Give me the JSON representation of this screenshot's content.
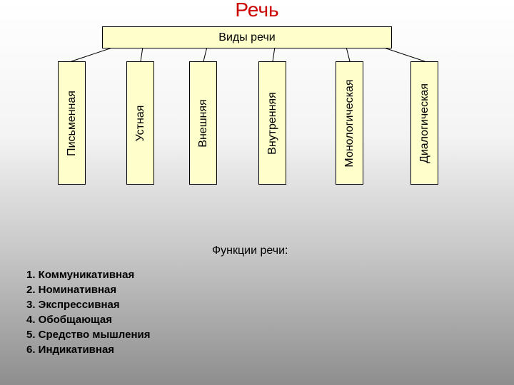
{
  "title": "Речь",
  "root": {
    "label": "Виды речи"
  },
  "children": [
    {
      "label": "Письменная"
    },
    {
      "label": "Устная"
    },
    {
      "label": "Внешняя"
    },
    {
      "label": "Внутренняя"
    },
    {
      "label": "Монологическая"
    },
    {
      "label": "Диалогическая"
    }
  ],
  "functions": {
    "title": "Функции речи:",
    "items": [
      "1. Коммуникативная",
      "2. Номинативная",
      "3. Экспрессивная",
      "4. Обобщающая",
      "5. Средство мышления",
      "6. Индикативная"
    ]
  },
  "colors": {
    "title": "#cc0000",
    "box_fill": "#ffffcc"
  }
}
